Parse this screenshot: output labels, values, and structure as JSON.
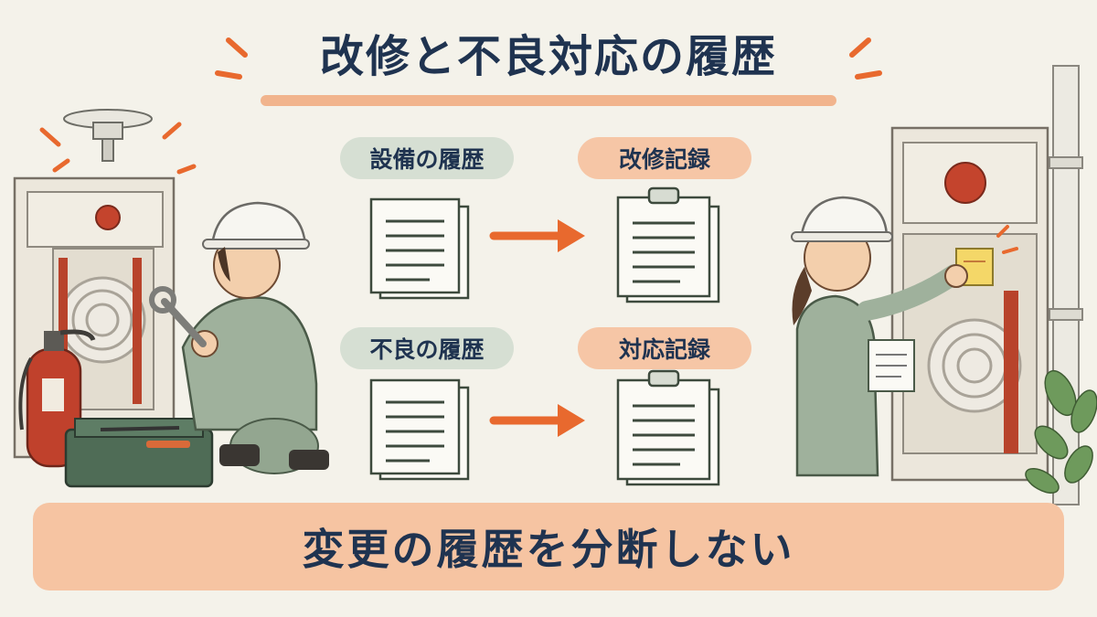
{
  "title": "改修と不良対応の履歴",
  "flow": [
    {
      "source_label": "設備の履歴",
      "target_label": "改修記録"
    },
    {
      "source_label": "不良の履歴",
      "target_label": "対応記録"
    }
  ],
  "banner": "変更の履歴を分断しない",
  "colors": {
    "navy": "#1f3350",
    "orange_accent": "#e8692e",
    "pill_green": "#d6dfd3",
    "pill_peach": "#f6c6a6",
    "banner": "#f6c4a2",
    "uniform": "#9fb19c"
  }
}
